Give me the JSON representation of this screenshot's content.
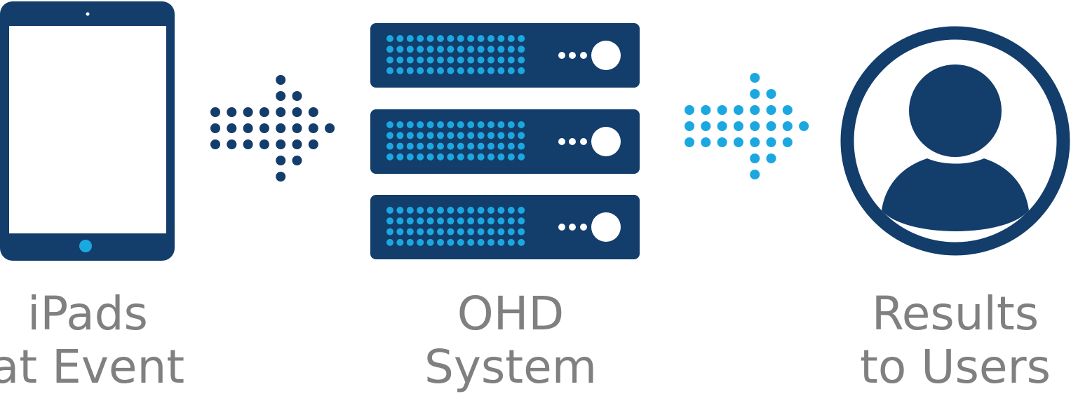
{
  "colors": {
    "navy": "#133d6b",
    "light_blue": "#1ba8e0",
    "label_gray": "#808080"
  },
  "steps": [
    {
      "icon": "ipad-icon",
      "line1": "iPads",
      "line2": "at Event"
    },
    {
      "icon": "server-stack-icon",
      "line1": "OHD",
      "line2": "System"
    },
    {
      "icon": "user-avatar-icon",
      "line1": "Results",
      "line2": "to Users"
    }
  ],
  "arrows": [
    {
      "icon": "dotted-arrow-right-icon",
      "color": "#133d6b"
    },
    {
      "icon": "dotted-arrow-right-icon",
      "color": "#1ba8e0"
    }
  ]
}
